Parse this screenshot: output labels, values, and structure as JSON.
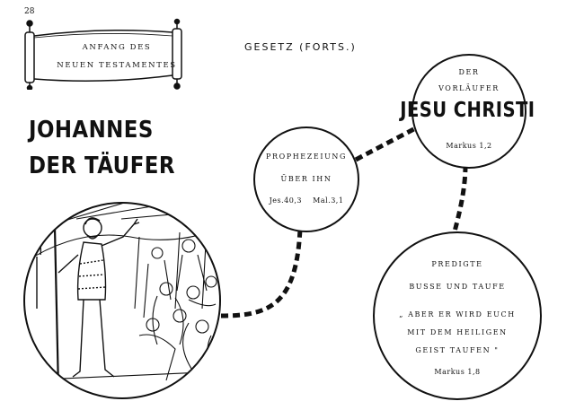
{
  "page_number": "28",
  "banner": {
    "line1": "ANFANG DES",
    "line2": "NEUEN TESTAMENTES"
  },
  "section_heading": "GESETZ (FORTS.)",
  "title": {
    "line1": "JOHANNES",
    "line2": "DER TÄUFER"
  },
  "prophecy": {
    "line1": "PROPHEZEIUNG",
    "line2": "ÜBER IHN",
    "ref1": "Jes.40,3",
    "ref2": "Mal.3,1"
  },
  "forerunner": {
    "line1": "DER",
    "line2": "VORLÄUFER",
    "name": "JESU CHRISTI",
    "ref": "Markus 1,2"
  },
  "preached": {
    "line1": "PREDIGTE",
    "line2": "BUSSE UND TAUFE",
    "line3": "„ ABER ER WIRD EUCH",
    "line4": "MIT DEM HEILIGEN",
    "line5": "GEIST TAUFEN \"",
    "ref": "Markus 1,8"
  },
  "colors": {
    "ink": "#111111",
    "paper": "#ffffff"
  }
}
